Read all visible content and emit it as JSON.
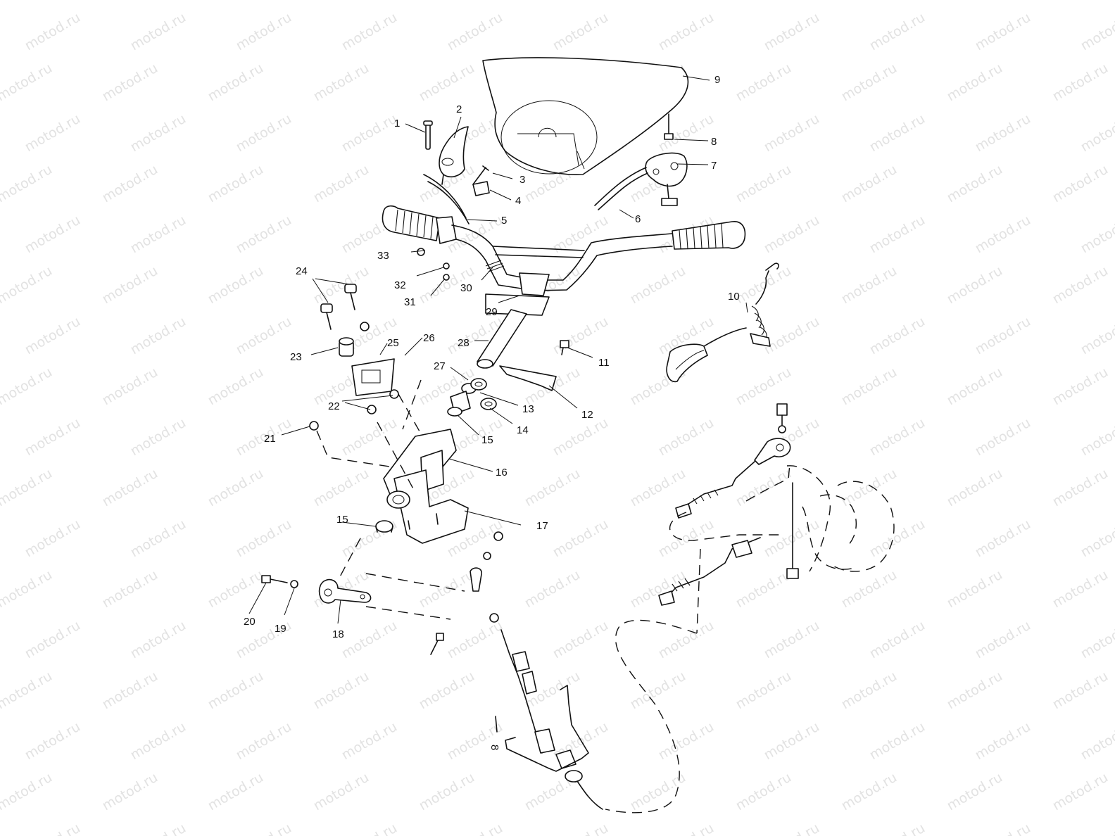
{
  "watermark": "motod.ru",
  "labels": [
    {
      "n": "1"
    },
    {
      "n": "2"
    },
    {
      "n": "3"
    },
    {
      "n": "4"
    },
    {
      "n": "5"
    },
    {
      "n": "6"
    },
    {
      "n": "7"
    },
    {
      "n": "8"
    },
    {
      "n": "9"
    },
    {
      "n": "10"
    },
    {
      "n": "11"
    },
    {
      "n": "12"
    },
    {
      "n": "13"
    },
    {
      "n": "14"
    },
    {
      "n": "15"
    },
    {
      "n": "15"
    },
    {
      "n": "16"
    },
    {
      "n": "17"
    },
    {
      "n": "18"
    },
    {
      "n": "19"
    },
    {
      "n": "20"
    },
    {
      "n": "21"
    },
    {
      "n": "22"
    },
    {
      "n": "23"
    },
    {
      "n": "24"
    },
    {
      "n": "25"
    },
    {
      "n": "26"
    },
    {
      "n": "27"
    },
    {
      "n": "28"
    },
    {
      "n": "29"
    },
    {
      "n": "30"
    },
    {
      "n": "31"
    },
    {
      "n": "32"
    },
    {
      "n": "33"
    },
    {
      "n": "8"
    }
  ]
}
